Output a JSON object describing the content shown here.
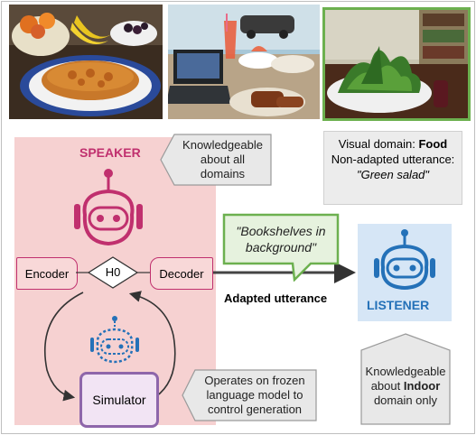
{
  "photos": [
    {
      "subject": "food table with fruit bowls and cake"
    },
    {
      "subject": "restaurant table with laptop and drinks"
    },
    {
      "subject": "green salad on plate, highlighted"
    }
  ],
  "speaker": {
    "title": "SPEAKER",
    "knowledge_note": "Knowledgeable about all domains",
    "knowledge_lines": [
      "Knowledgeable",
      "about all",
      "domains"
    ],
    "encoder_label": "Encoder",
    "hidden_state_label": "H0",
    "decoder_label": "Decoder",
    "simulator_label": "Simulator"
  },
  "domain_info": {
    "line1_prefix": "Visual domain: ",
    "line1_value": "Food",
    "line2": "Non-adapted utterance:",
    "line3": "\"Green salad\""
  },
  "adapted": {
    "utterance_lines": [
      "\"Bookshelves in",
      "background\""
    ],
    "caption": "Adapted utterance"
  },
  "listener": {
    "title": "LISTENER",
    "note_line1": "Knowledgeable",
    "note_line2_prefix": "about ",
    "note_line2_bold": "Indoor",
    "note_line3": "domain only"
  },
  "simulator_note": {
    "lines": [
      "Operates on frozen",
      "language model to",
      "control generation"
    ]
  },
  "colors": {
    "speaker_accent": "#c0306e",
    "listener_accent": "#2471b8",
    "speaker_panel": "#f6d1d1",
    "listener_panel": "#d6e6f6",
    "highlight_green": "#6cb04f",
    "simulator_purple": "#8e66aa",
    "callout_gray": "#e8e8e8"
  },
  "icons": [
    "speaker-robot-icon",
    "simulator-robot-icon",
    "listener-robot-icon"
  ]
}
